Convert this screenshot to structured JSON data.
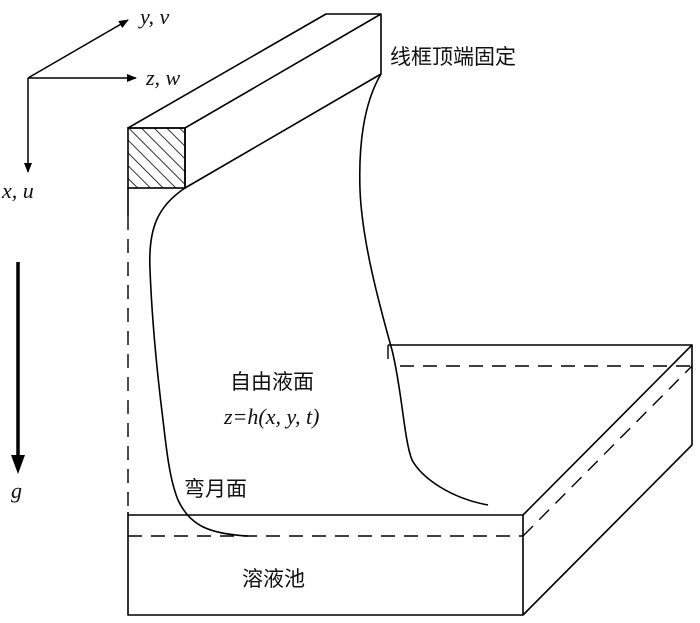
{
  "axes": {
    "y_label": "y, v",
    "z_label": "z, w",
    "x_label": "x, u",
    "gravity_label": "g"
  },
  "labels": {
    "frame_top_fixed": "线框顶端固定",
    "free_surface": "自由液面",
    "surface_equation": "z=h(x, y, t)",
    "meniscus": "弯月面",
    "solution_bath": "溶液池"
  }
}
